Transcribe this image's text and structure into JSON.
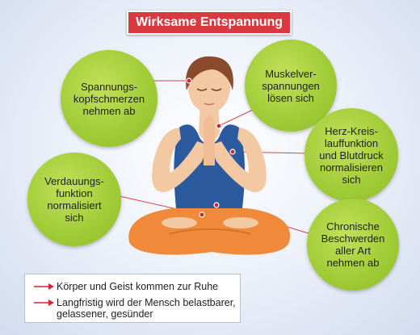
{
  "title": "Wirksame Entspannung",
  "benefits": [
    "Spannungs-\nkopfschmerzen\nnehmen ab",
    "Muskelver-\nspannungen\nlösen sich",
    "Herz-Kreis-\nlauffunktion\nund Blutdruck\nnormalisieren\nsich",
    "Verdauungs-\nfunktion\nnormalisiert\nsich",
    "Chronische\nBeschwerden\naller Art\nnehmen ab"
  ],
  "legend": [
    "Körper und Geist kommen zur Ruhe",
    "Langfristig wird der Mensch belastbarer,\ngelassener, gesünder"
  ],
  "colors": {
    "title_bg": "#d93a40",
    "circle_green": "#9fcb35",
    "arrow_red": "#d6242a",
    "leader_line": "#d9434a",
    "tank_top": "#2b5a9e",
    "pants": "#f08a3a",
    "skin": "#f3c9a3"
  }
}
